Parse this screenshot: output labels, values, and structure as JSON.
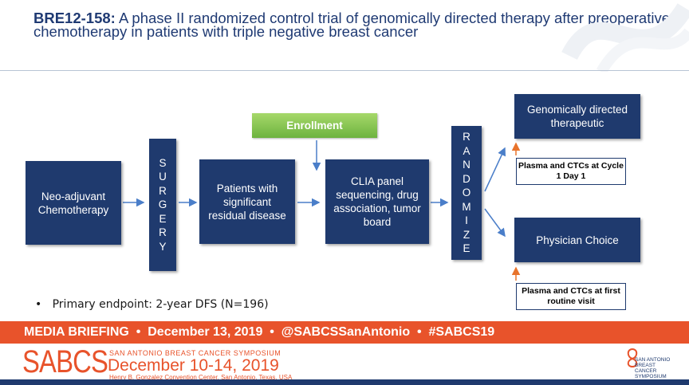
{
  "title": {
    "lead": "BRE12-158:",
    "text": " A phase II randomized control trial of genomically directed therapy after preoperative chemotherapy in patients with triple negative breast cancer"
  },
  "flow": {
    "neoadjuvant": "Neo-adjuvant Chemotherapy",
    "surgery_letters": [
      "S",
      "U",
      "R",
      "G",
      "E",
      "R",
      "Y"
    ],
    "patients": "Patients with significant residual disease",
    "enrollment": "Enrollment",
    "clia": "CLIA panel sequencing, drug association, tumor board",
    "randomize_letters": [
      "R",
      "A",
      "N",
      "D",
      "O",
      "M",
      "I",
      "Z",
      "E"
    ],
    "genomic": "Genomically directed therapeutic",
    "physician": "Physician Choice",
    "note_top": "Plasma and CTCs at Cycle 1 Day 1",
    "note_bottom": "Plasma and CTCs at first routine visit"
  },
  "bullet": "Primary endpoint: 2-year DFS (N=196)",
  "banner": "MEDIA BRIEFING  •  December 13, 2019  •  @SABCSSanAntonio  •  #SABCS19",
  "footer": {
    "acronym": "SABCS",
    "name": "SAN ANTONIO BREAST CANCER SYMPOSIUM",
    "dates": "December 10-14, 2019",
    "venue": "Henry B. Gonzalez Convention Center, San Antonio, Texas, USA",
    "logo_text": "SAN ANTONIO BREAST CANCER SYMPOSIUM"
  },
  "colors": {
    "navy": "#1f3a6e",
    "green": "#7dc24b",
    "orange": "#e8532b",
    "arrow": "#4a7ec9",
    "orange_arrow": "#e8732b"
  }
}
